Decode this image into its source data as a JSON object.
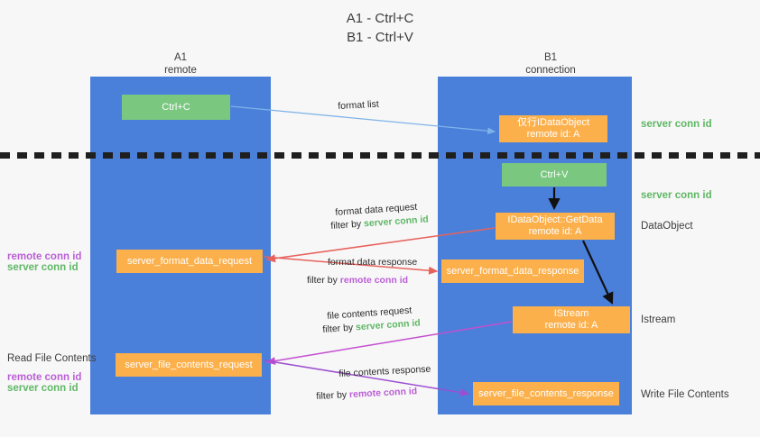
{
  "title": "A1 - Ctrl+C\nB1 - Ctrl+V",
  "columns": {
    "left": "A1\nremote",
    "right": "B1\nconnection"
  },
  "nodes": {
    "ctrl_c": "Ctrl+C",
    "idataobject": "仅行IDataObject\nremote id: A",
    "ctrl_v": "Ctrl+V",
    "getdata": "IDataObject::GetData\nremote id: A",
    "server_format_data_request": "server_format_data_request",
    "server_format_data_response": "server_format_data_response",
    "istream": "IStream\nremote id: A",
    "server_file_contents_request": "server_file_contents_request",
    "server_file_contents_response": "server_file_contents_response"
  },
  "side_labels": {
    "server_conn_id_top": "server conn id",
    "server_conn_id_mid": "server conn id",
    "dataobject": "DataObject",
    "istream": "Istream",
    "write_file_contents": "Write File Contents"
  },
  "left_labels": {
    "remote_conn_id_1": "remote conn id",
    "server_conn_id_1": "server conn id",
    "read_file_contents": "Read File Contents",
    "remote_conn_id_2": "remote conn id",
    "server_conn_id_2": "server conn id"
  },
  "edge_labels": {
    "format_list": "format list",
    "format_data_request": "format data request",
    "format_data_request_filter_prefix": "filter by ",
    "format_data_request_filter_value": "server conn id",
    "format_data_response": "format data response",
    "format_data_response_filter_prefix": "filter by ",
    "format_data_response_filter_value": "remote conn id",
    "file_contents_request": "file contents request",
    "file_contents_request_filter_prefix": "filter by ",
    "file_contents_request_filter_value": "server conn id",
    "file_contents_response": "file contents response",
    "file_contents_response_filter_prefix": "filter by ",
    "file_contents_response_filter_value": "remote conn id"
  },
  "colors": {
    "lane_blue": "#4a80da",
    "node_orange": "#fbb04c",
    "node_green": "#7ac77f",
    "accent_green_text": "#5fb765",
    "accent_purple_text": "#bb5fd6",
    "arrow_light_blue": "#7fb3e8",
    "arrow_red": "#e8625c",
    "arrow_magenta": "#c34fd0",
    "arrow_purple": "#9b4fd0",
    "arrow_black": "#111111",
    "background": "#f7f7f7"
  }
}
